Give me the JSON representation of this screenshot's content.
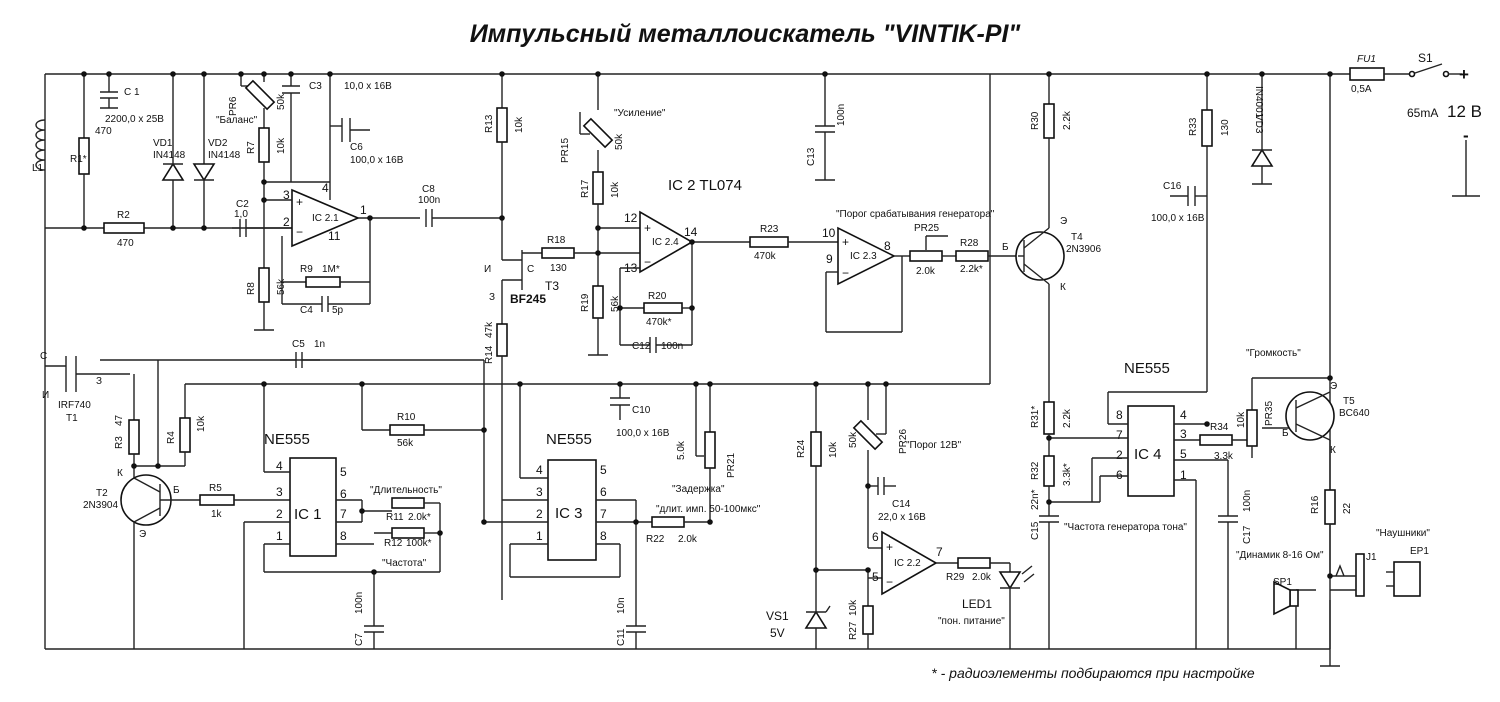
{
  "title": "Импульсный металлоискатель \"VINTIK-PI\"",
  "note": "* - радиоэлементы подбираются при настройке",
  "power": {
    "fuse": "FU1",
    "fuse_value": "0,5A",
    "switch": "S1",
    "plus": "+",
    "minus": "-",
    "voltage": "12 В",
    "current": "65mA"
  },
  "labels": {
    "l1": "L1",
    "r1": "R1*",
    "r1v": "470",
    "r2": "R2",
    "r2v": "470",
    "vd1": "VD1",
    "vd1v": "IN4148",
    "vd2": "VD2",
    "vd2v": "IN4148",
    "c1": "C 1",
    "c1v": "2200,0 x 25В",
    "pr6": "PR6",
    "pr6v": "50k",
    "balance": "\"Баланс\"",
    "r7": "R7",
    "r7v": "10k",
    "c3": "C3",
    "c3v": "10,0 x 16В",
    "c6": "C6",
    "c6v": "100,0 x 16В",
    "c2": "C2",
    "c2v": "1,0",
    "r8": "R8",
    "r8v": "56k",
    "r9": "R9",
    "r9v": "1M*",
    "c4": "C4",
    "c4v": "5p",
    "ic21": "IC 2.1",
    "c8": "C8",
    "c8v": "100n",
    "r13": "R13",
    "r13v": "10k",
    "r14": "R14",
    "r14v": "47k",
    "t3": "T3",
    "t3v": "BF245",
    "t3s": "С",
    "t3d": "И",
    "t3g": "З",
    "r18": "R18",
    "r18v": "130",
    "pr15": "PR15",
    "pr15v": "50k",
    "gain": "\"Усиление\"",
    "r17": "R17",
    "r17v": "10k",
    "r19": "R19",
    "r19v": "56k",
    "ic2": "IC 2 TL074",
    "ic24": "IC 2.4",
    "r20": "R20",
    "r20v": "470k*",
    "c12": "C12",
    "c12v": "100n",
    "c13": "C13",
    "c13v": "100n",
    "r23": "R23",
    "r23v": "470k",
    "thresh_gen": "\"Порог срабатывания генератора\"",
    "ic23": "IC 2.3",
    "pr25": "PR25",
    "pr25v": "2.0k",
    "r28": "R28",
    "r28v": "2.2k*",
    "r30": "R30",
    "r30v": "2.2k",
    "t4": "T4",
    "t4v": "2N3906",
    "te": "Э",
    "tb": "Б",
    "tk": "К",
    "r33": "R33",
    "r33v": "130",
    "vd3": "VD3",
    "vd3v": "IN4001",
    "c16": "C16",
    "c16v": "100,0 x 16В",
    "c5": "C5",
    "c5v": "1n",
    "t1": "T1",
    "t1v": "IRF740",
    "t1s": "С",
    "t1d": "И",
    "t1g": "З",
    "r3": "R3",
    "r3v": "47",
    "r4": "R4",
    "r4v": "10k",
    "t2": "T2",
    "t2v": "2N3904",
    "r5": "R5",
    "r5v": "1k",
    "ne555": "NE555",
    "ic1": "IC 1",
    "ic3": "IC 3",
    "ic4": "IC 4",
    "r10": "R10",
    "r10v": "56k",
    "duration": "\"Длительность\"",
    "freq": "\"Частота\"",
    "r11": "R11",
    "r11v": "2.0k*",
    "r12": "R12",
    "r12v": "100k*",
    "c7": "C7",
    "c7v": "100n",
    "c10": "C10",
    "c10v": "100,0 x 16В",
    "pr21": "PR21",
    "pr21v": "5.0k",
    "delay": "\"Задержка\"",
    "delay2": "\"длит. имп. 50-100мкс\"",
    "r22": "R22",
    "r22v": "2.0k",
    "c11": "C11",
    "c11v": "10n",
    "r24": "R24",
    "r24v": "10k",
    "vs1": "VS1",
    "vs1v": "5V",
    "pr26": "PR26",
    "pr26v": "50k",
    "thresh12": "\"Порог 12В\"",
    "c14": "C14",
    "c14v": "22,0 x 16В",
    "ic22": "IC 2.2",
    "r27": "R27",
    "r27v": "10k",
    "r29": "R29",
    "r29v": "2.0k",
    "led1": "LED1",
    "lowpower": "\"пон. питание\"",
    "r31": "R31*",
    "r31v": "2.2k",
    "r32": "R32",
    "r32v": "3.3k*",
    "c15": "C15",
    "c15v": "22n*",
    "tone": "\"Частота генератора тона\"",
    "r34": "R34",
    "r34v": "3.3k",
    "c17": "C17",
    "c17v": "100n",
    "volume": "\"Громкость\"",
    "pr35": "PR35",
    "pr35v": "10k",
    "t5": "T5",
    "t5v": "BC640",
    "r16": "R16",
    "r16v": "22",
    "speaker": "\"Динамик 8-16 Ом\"",
    "sp1": "SP1",
    "j1": "J1",
    "ep1": "EP1",
    "headphones": "\"Наушники\""
  },
  "pins": {
    "p1": "1",
    "p2": "2",
    "p3": "3",
    "p4": "4",
    "p5": "5",
    "p6": "6",
    "p7": "7",
    "p8": "8",
    "p9": "9",
    "p10": "10",
    "p11": "11",
    "p12": "12",
    "p13": "13",
    "p14": "14",
    "pm": "+",
    "pn": "−"
  }
}
